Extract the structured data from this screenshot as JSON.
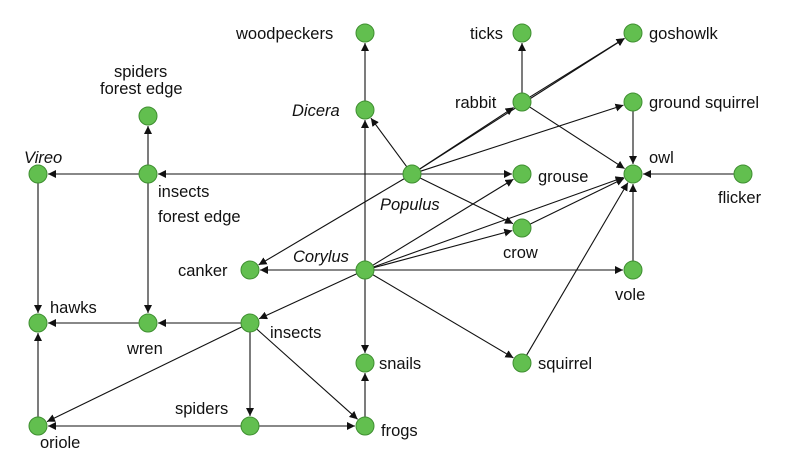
{
  "diagram": {
    "colors": {
      "node_fill": "#62bf4f",
      "node_stroke": "#3f8f31",
      "edge": "#111111",
      "text": "#111111"
    },
    "nodes": [
      {
        "id": "woodpeckers",
        "label": [
          "woodpeckers"
        ]
      },
      {
        "id": "ticks",
        "label": [
          "ticks"
        ]
      },
      {
        "id": "goshowlk",
        "label": [
          "goshowlk"
        ]
      },
      {
        "id": "spiders-forest-edge",
        "label": [
          "spiders",
          "forest edge"
        ]
      },
      {
        "id": "dicera",
        "label": [
          "Dicera"
        ],
        "italic": true
      },
      {
        "id": "rabbit",
        "label": [
          "rabbit"
        ]
      },
      {
        "id": "ground-squirrel",
        "label": [
          "ground squirrel"
        ]
      },
      {
        "id": "vireo",
        "label": [
          "Vireo"
        ],
        "italic": true
      },
      {
        "id": "insects-forest-edge",
        "label": [
          "insects",
          "forest edge"
        ]
      },
      {
        "id": "populus",
        "label": [
          "Populus"
        ],
        "italic": true
      },
      {
        "id": "grouse",
        "label": [
          "grouse"
        ]
      },
      {
        "id": "owl",
        "label": [
          "owl"
        ]
      },
      {
        "id": "flicker",
        "label": [
          "flicker"
        ]
      },
      {
        "id": "crow",
        "label": [
          "crow"
        ]
      },
      {
        "id": "canker",
        "label": [
          "canker"
        ]
      },
      {
        "id": "corylus",
        "label": [
          "Corylus"
        ],
        "italic": true
      },
      {
        "id": "vole",
        "label": [
          "vole"
        ]
      },
      {
        "id": "hawks",
        "label": [
          "hawks"
        ]
      },
      {
        "id": "wren",
        "label": [
          "wren"
        ]
      },
      {
        "id": "insects",
        "label": [
          "insects"
        ]
      },
      {
        "id": "snails",
        "label": [
          "snails"
        ]
      },
      {
        "id": "squirrel",
        "label": [
          "squirrel"
        ]
      },
      {
        "id": "spiders",
        "label": [
          "spiders"
        ]
      },
      {
        "id": "oriole",
        "label": [
          "oriole"
        ]
      },
      {
        "id": "frogs",
        "label": [
          "frogs"
        ]
      }
    ],
    "edges": [
      [
        "dicera",
        "woodpeckers"
      ],
      [
        "rabbit",
        "ticks"
      ],
      [
        "rabbit",
        "goshowlk"
      ],
      [
        "rabbit",
        "owl"
      ],
      [
        "populus",
        "dicera"
      ],
      [
        "populus",
        "rabbit"
      ],
      [
        "populus",
        "goshowlk"
      ],
      [
        "populus",
        "ground-squirrel"
      ],
      [
        "populus",
        "grouse"
      ],
      [
        "populus",
        "crow"
      ],
      [
        "populus",
        "canker"
      ],
      [
        "populus",
        "insects-forest-edge"
      ],
      [
        "insects-forest-edge",
        "vireo"
      ],
      [
        "insects-forest-edge",
        "spiders-forest-edge"
      ],
      [
        "insects-forest-edge",
        "wren"
      ],
      [
        "ground-squirrel",
        "owl"
      ],
      [
        "flicker",
        "owl"
      ],
      [
        "crow",
        "owl"
      ],
      [
        "vole",
        "owl"
      ],
      [
        "squirrel",
        "owl"
      ],
      [
        "corylus",
        "dicera"
      ],
      [
        "corylus",
        "grouse"
      ],
      [
        "corylus",
        "crow"
      ],
      [
        "corylus",
        "owl"
      ],
      [
        "corylus",
        "canker"
      ],
      [
        "corylus",
        "vole"
      ],
      [
        "corylus",
        "snails"
      ],
      [
        "corylus",
        "squirrel"
      ],
      [
        "corylus",
        "insects"
      ],
      [
        "vireo",
        "hawks"
      ],
      [
        "wren",
        "hawks"
      ],
      [
        "oriole",
        "hawks"
      ],
      [
        "insects",
        "wren"
      ],
      [
        "insects",
        "oriole"
      ],
      [
        "insects",
        "spiders"
      ],
      [
        "insects",
        "frogs"
      ],
      [
        "spiders",
        "oriole"
      ],
      [
        "spiders",
        "frogs"
      ],
      [
        "frogs",
        "snails"
      ]
    ]
  }
}
